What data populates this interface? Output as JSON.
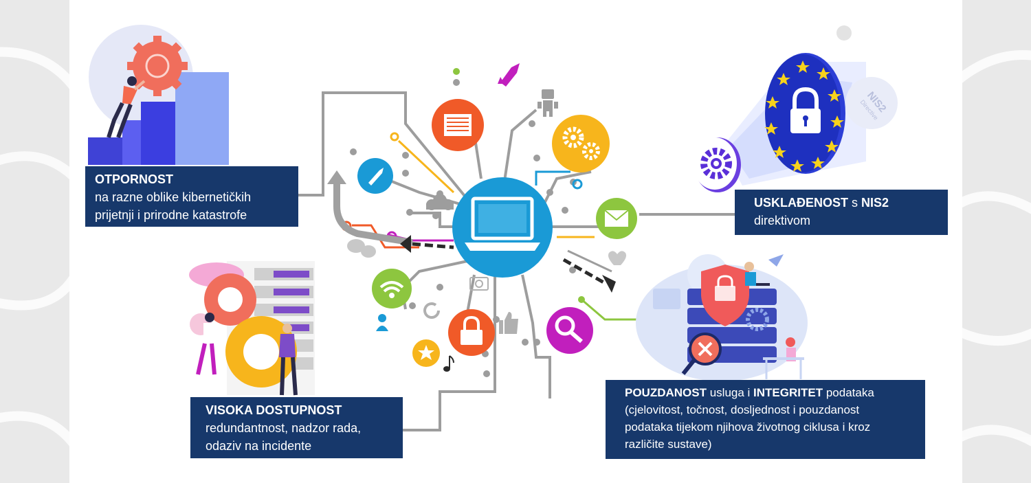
{
  "boxes": {
    "otpornost": {
      "title": "OTPORNOST",
      "line1": "na razne oblike kibernetičkih",
      "line2": "prijetnji i prirodne katastrofe"
    },
    "uskladenost": {
      "title": "USKLAĐENOST",
      "mid": " s ",
      "title2": "NIS2",
      "line1": "direktivom"
    },
    "visoka": {
      "title": "VISOKA DOSTUPNOST",
      "line1": "redundantnost, nadzor rada,",
      "line2": "odaziv na incidente"
    },
    "pouzdanost": {
      "title": "POUZDANOST",
      "mid1": " usluga i ",
      "title2": "INTEGRITET",
      "mid2": " podataka",
      "line1": "(cjelovitost, točnost, dosljednost i pouzdanost",
      "line2": "podataka tijekom njihova životnog ciklusa i kroz",
      "line3": "različite sustave)"
    }
  },
  "badge": {
    "line1": "NIS2",
    "line2": "Directive"
  },
  "colors": {
    "box_bg": "#17386b",
    "hub": "#1a9ad6",
    "orange": "#f05a28",
    "yellow": "#f7b51c",
    "green": "#8dc63f",
    "magenta": "#c11fbd",
    "grey": "#9d9d9d"
  },
  "icons": [
    "gear-icon",
    "document-icon",
    "rocket-icon",
    "robot-icon",
    "cloud-icon",
    "chat-icon",
    "wifi-icon",
    "lock-icon",
    "star-icon",
    "music-note-icon",
    "thumbs-up-icon",
    "camera-icon",
    "refresh-icon",
    "user-icon",
    "search-icon",
    "envelope-icon",
    "heart-icon",
    "laptop-icon",
    "padlock-icon",
    "shield-icon"
  ]
}
